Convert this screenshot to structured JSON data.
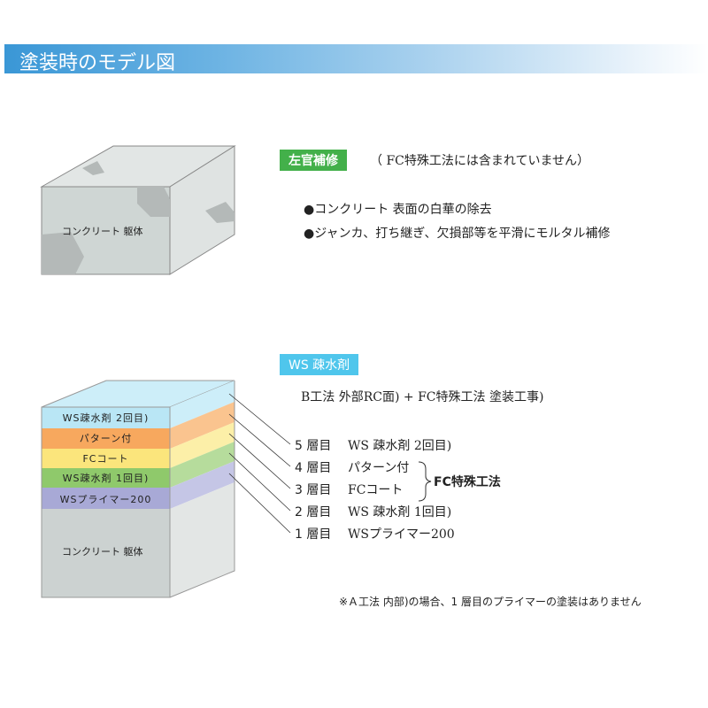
{
  "title": "塗装時のモデル図",
  "section1": {
    "tag": "左官補修",
    "note": "（ FC特殊工法には含まれていません）",
    "bullets": [
      "●コンクリート 表面の白華の除去",
      "●ジャンカ、打ち継ぎ、欠損部等を平滑にモルタル補修"
    ],
    "cube_label": "コンクリート 躯体"
  },
  "section2": {
    "tag": "WS 疎水剤",
    "subtitle": "B工法  外部RC面) + FC特殊工法  塗装工事)",
    "layers": [
      {
        "label": "WS疎水剤 2回目)",
        "color": "#b9e6f5",
        "side": "#cdeef9"
      },
      {
        "label": "パターン付",
        "color": "#f7a85e",
        "side": "#fac48f"
      },
      {
        "label": "FCコート",
        "color": "#fbe57c",
        "side": "#fcefa8"
      },
      {
        "label": "WS疎水剤 1回目)",
        "color": "#8fc96b",
        "side": "#b6dc9c"
      },
      {
        "label": "WSプライマー200",
        "color": "#a8a9d6",
        "side": "#c5c6e6"
      }
    ],
    "cube_label": "コンクリート 躯体",
    "legend": [
      {
        "layer": "5 層目",
        "name": "WS 疎水剤  2回目)"
      },
      {
        "layer": "4 層目",
        "name": "パターン付"
      },
      {
        "layer": "3 層目",
        "name": "FCコート"
      },
      {
        "layer": "2 層目",
        "name": "WS 疎水剤  1回目)"
      },
      {
        "layer": "1 層目",
        "name": "WSプライマー200"
      }
    ],
    "bracket_label": "FC特殊工法",
    "footnote": "※Ａ工法  内部)の場合、1 層目のプライマーの塗装はありません"
  }
}
